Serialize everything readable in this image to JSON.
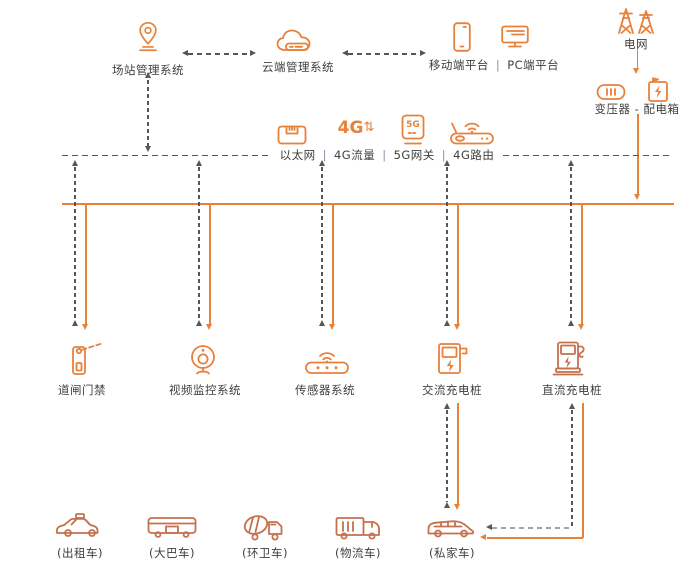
{
  "colors": {
    "orange": "#e8813a",
    "vehicle_brown": "#c4714e",
    "line_gray": "#55555a",
    "text": "#3f3f3f"
  },
  "top_row": {
    "station": {
      "label": "场站管理系统",
      "icon": "location-pin-icon"
    },
    "cloud": {
      "label": "云端管理系统",
      "icon": "cloud-icon"
    },
    "platforms": {
      "mobile": "移动端平台",
      "separator": "|",
      "pc": "PC端平台",
      "icons": [
        "smartphone-icon",
        "monitor-icon"
      ]
    }
  },
  "power_chain": {
    "grid": {
      "label": "电网",
      "icon": "transmission-tower-icon"
    },
    "transformer": {
      "label": "变压器 - 配电箱",
      "icons": [
        "transformer-coil-icon",
        "distribution-box-icon"
      ]
    }
  },
  "network_row": {
    "separator": "|",
    "items": [
      {
        "label": "以太网",
        "icon": "ethernet-port-icon"
      },
      {
        "label": "4G流量",
        "icon": "4g-logo",
        "logo_text": "4G",
        "logo_arrows": "⇅"
      },
      {
        "label": "5G网关",
        "icon": "5g-gateway-icon",
        "badge": "5G"
      },
      {
        "label": "4G路由",
        "icon": "wifi-router-icon"
      }
    ]
  },
  "devices": [
    {
      "label": "道闸门禁",
      "icon": "barrier-gate-icon"
    },
    {
      "label": "视频监控系统",
      "icon": "surveillance-camera-icon"
    },
    {
      "label": "传感器系统",
      "icon": "sensor-icon"
    },
    {
      "label": "交流充电桩",
      "icon": "ac-charger-icon"
    },
    {
      "label": "直流充电桩",
      "icon": "dc-charger-icon"
    }
  ],
  "vehicles": [
    {
      "label": "(出租车)",
      "icon": "taxi-icon"
    },
    {
      "label": "(大巴车)",
      "icon": "bus-icon"
    },
    {
      "label": "(环卫车)",
      "icon": "sanitation-truck-icon"
    },
    {
      "label": "(物流车)",
      "icon": "logistics-truck-icon"
    },
    {
      "label": "(私家车)",
      "icon": "private-car-icon"
    }
  ]
}
